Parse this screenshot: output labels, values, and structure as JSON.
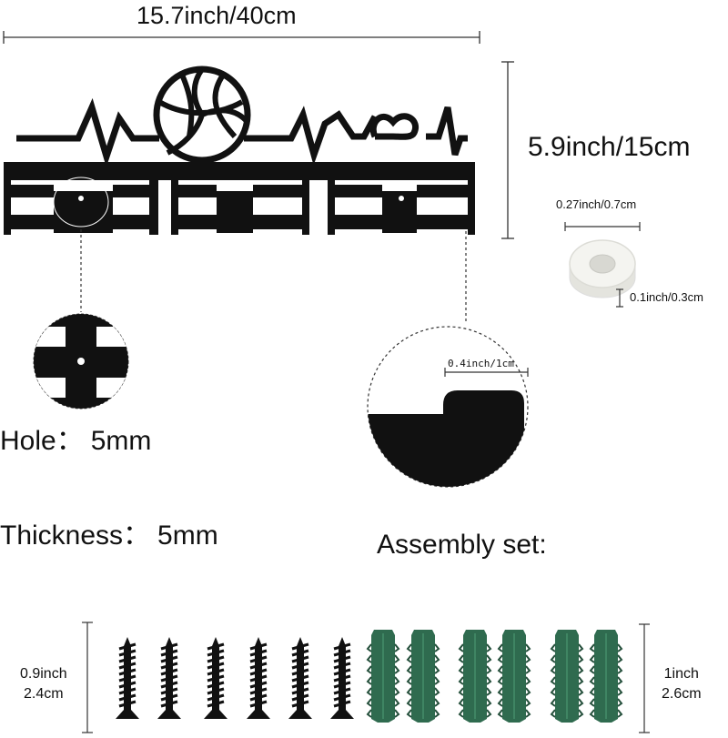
{
  "dimensions": {
    "width_label": "15.7inch/40cm",
    "height_label": "5.9inch/15cm",
    "spacer_diameter_label": "0.27inch/0.7cm",
    "spacer_thickness_label": "0.1inch/0.3cm",
    "hook_width_label": "0.4inch/1cm",
    "screw_length_label": [
      "0.9inch",
      "2.4cm"
    ],
    "anchor_length_label": [
      "1inch",
      "2.6cm"
    ]
  },
  "specs": {
    "hole_label": "Hole：",
    "hole_value": "5mm",
    "thickness_label": "Thickness：",
    "thickness_value": "5mm"
  },
  "assembly_label": "Assembly set:",
  "colors": {
    "metal": "#111111",
    "anchor": "#2f6b4f",
    "spacer": "#f2f2ee"
  },
  "icons": [
    "volleyball-icon",
    "heartbeat-line-icon",
    "heart-icon",
    "screw-icon",
    "wall-anchor-icon",
    "spacer-ring-icon"
  ],
  "assembly_counts": {
    "screws": 6,
    "anchors": 6
  }
}
